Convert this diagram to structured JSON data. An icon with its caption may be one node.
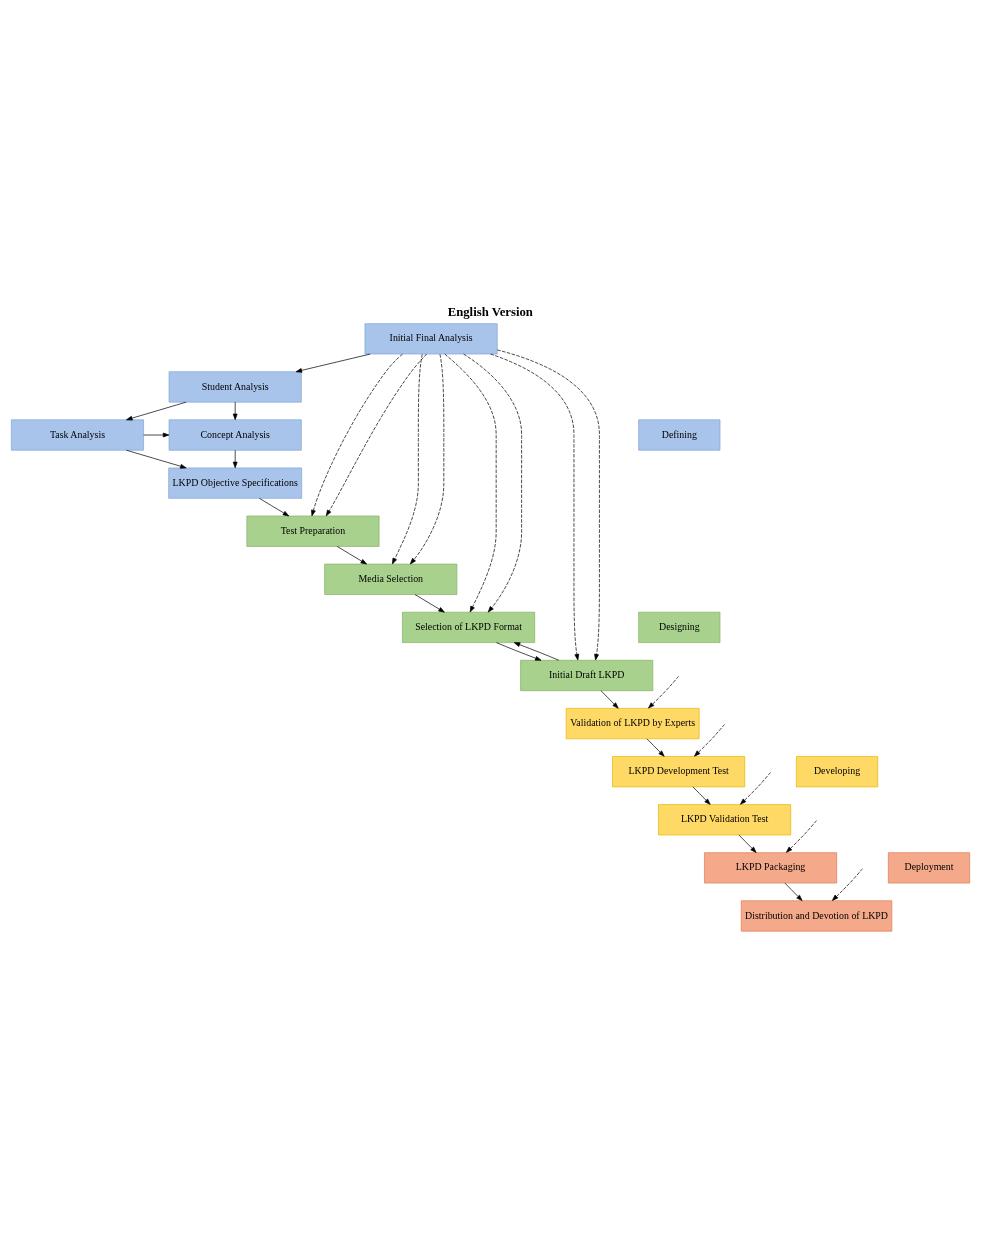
{
  "diagram": {
    "title": "English Version",
    "nodes": [
      {
        "text": [
          "Initial Final Analysis"
        ]
      },
      {
        "text": [
          "Student Analysis"
        ]
      },
      {
        "text": [
          "Task Analysis"
        ]
      },
      {
        "text": [
          "Concept Analysis"
        ]
      },
      {
        "text": [
          "LKPD Objective Specifications"
        ]
      },
      {
        "text": [
          "Test Preparation"
        ]
      },
      {
        "text": [
          "Media Selection"
        ]
      },
      {
        "text": [
          "Selection of LKPD Format"
        ]
      },
      {
        "text": [
          "Initial Draft LKPD"
        ]
      },
      {
        "text": [
          "Validation of LKPD by Experts"
        ]
      },
      {
        "text": [
          "LKPD Development Test"
        ]
      },
      {
        "text": [
          "LKPD Validation Test"
        ]
      },
      {
        "text": [
          "LKPD Packaging"
        ]
      },
      {
        "text": [
          "Distribution and Devotion of LKPD"
        ]
      },
      {
        "text": [
          "Defining"
        ]
      },
      {
        "text": [
          "Designing"
        ]
      },
      {
        "text": [
          "Developing"
        ]
      },
      {
        "text": [
          "Deployment"
        ]
      }
    ],
    "edges": [
      {
        "from": 0,
        "to": 1,
        "arrow": "to"
      },
      {
        "from": 1,
        "to": 2,
        "arrow": "to"
      },
      {
        "from": 1,
        "to": 3,
        "arrow": "to"
      },
      {
        "from": 2,
        "to": 3,
        "arrow": "to"
      },
      {
        "from": 2,
        "to": 4,
        "arrow": "to"
      },
      {
        "from": 3,
        "to": 4,
        "arrow": "to"
      },
      {
        "from": 4,
        "to": 5,
        "arrow": "to"
      },
      {
        "from": 5,
        "to": 6,
        "arrow": "to"
      },
      {
        "from": 6,
        "to": 7,
        "arrow": "to"
      },
      {
        "from": 7,
        "to": 8,
        "arrow": "to"
      },
      {
        "from": 8,
        "to": 7,
        "arrow": "to"
      },
      {
        "from": 8,
        "to": 9,
        "arrow": "to"
      },
      {
        "from": 9,
        "to": 10,
        "arrow": "to"
      },
      {
        "from": 10,
        "to": 11,
        "arrow": "to"
      },
      {
        "from": 11,
        "to": 12,
        "arrow": "to"
      },
      {
        "from": 12,
        "to": 13,
        "arrow": "to"
      },
      {
        "from": 0,
        "to": 5,
        "arrow": "to",
        "style": "dashed"
      },
      {
        "from": 0,
        "to": 6,
        "arrow": "to",
        "style": "dashed"
      },
      {
        "from": 0,
        "to": 7,
        "arrow": "to",
        "style": "dashed"
      },
      {
        "from": 0,
        "to": 8,
        "arrow": "to",
        "style": "dashed"
      },
      {
        "from": 0,
        "to": 5,
        "arrow": "to",
        "style": "dashed"
      },
      {
        "from": 0,
        "to": 6,
        "arrow": "to",
        "style": "dashed"
      },
      {
        "from": 0,
        "to": 7,
        "arrow": "to",
        "style": "dashed"
      },
      {
        "from": 0,
        "to": 8,
        "arrow": "to",
        "style": "dashed"
      },
      {
        "from": null,
        "to": 9,
        "arrow": "to",
        "style": "dashed"
      },
      {
        "from": null,
        "to": 10,
        "arrow": "to",
        "style": "dashed"
      },
      {
        "from": null,
        "to": 11,
        "arrow": "to",
        "style": "dashed"
      },
      {
        "from": null,
        "to": 12,
        "arrow": "to",
        "style": "dashed"
      },
      {
        "from": null,
        "to": 13,
        "arrow": "to",
        "style": "dashed"
      }
    ]
  }
}
